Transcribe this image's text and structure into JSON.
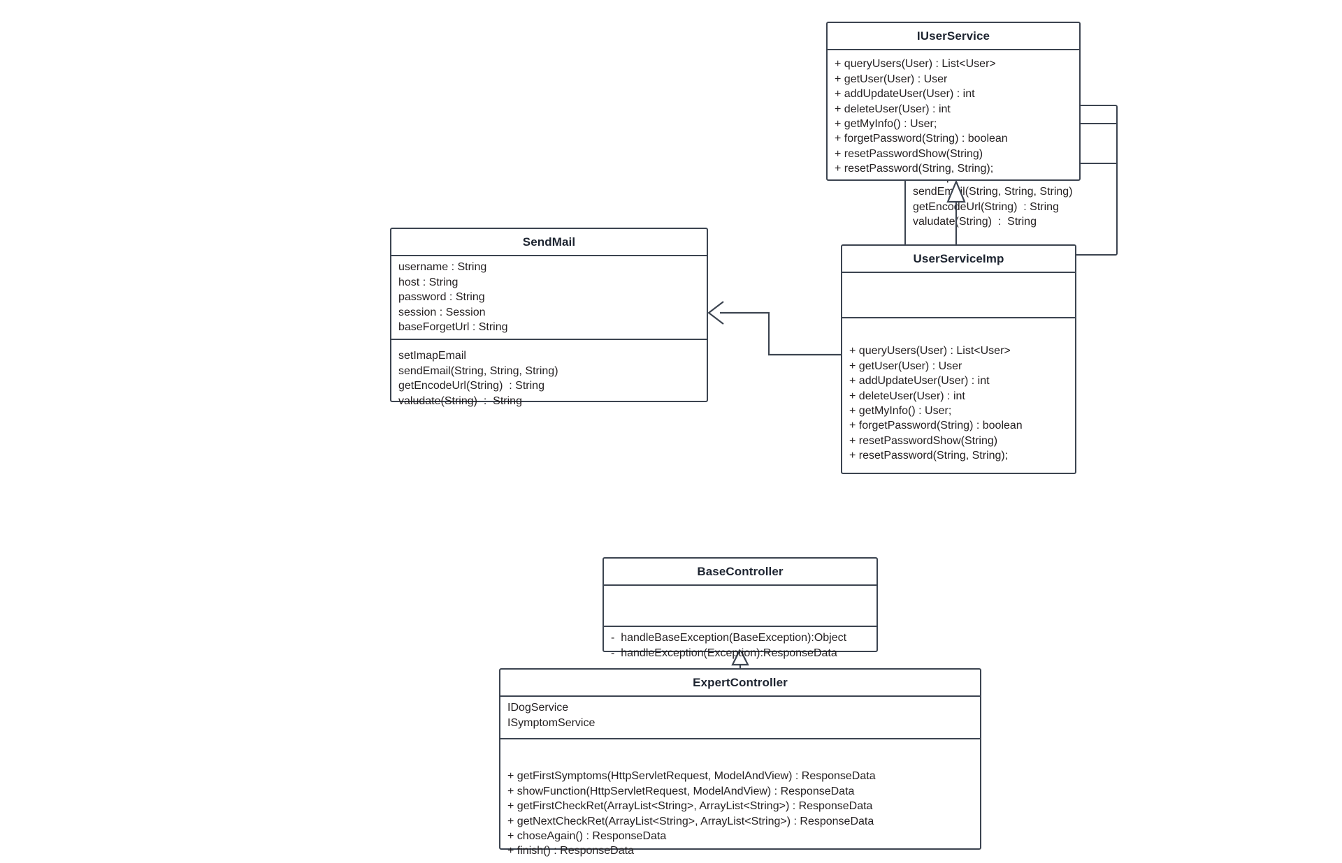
{
  "diagram": {
    "kind": "uml-class-diagram",
    "background": "#ffffff",
    "stroke_color": "#3c4450",
    "text_color": "#231f20",
    "classes": {
      "iuserservice": {
        "name": "IUserService",
        "attributes": [],
        "operations": [
          "+ queryUsers(User) : List<User>",
          "+ getUser(User) : User",
          "+ addUpdateUser(User) : int",
          "+ deleteUser(User) : int",
          "+ getMyInfo() : User;",
          "+ forgetPassword(String) : boolean",
          "+ resetPasswordShow(String)",
          "+ resetPassword(String, String);"
        ]
      },
      "sendmail": {
        "name": "SendMail",
        "attributes": [
          "username : String",
          "host : String",
          "password : String",
          "session : Session",
          "baseForgetUrl : String"
        ],
        "operations": [
          "setImapEmail",
          "sendEmail(String, String, String)",
          "getEncodeUrl(String)  : String",
          "valudate(String)  :  String"
        ]
      },
      "hidden_sendmail": {
        "name": "",
        "attributes": [],
        "operations": [
          "setImapEmail",
          "sendEmail(String, String, String)",
          "getEncodeUrl(String)  : String",
          "valudate(String)  :  String"
        ]
      },
      "userserviceimp": {
        "name": "UserServiceImp",
        "attributes": [],
        "operations": [
          "+ queryUsers(User) : List<User>",
          "+ getUser(User) : User",
          "+ addUpdateUser(User) : int",
          "+ deleteUser(User) : int",
          "+ getMyInfo() : User;",
          "+ forgetPassword(String) : boolean",
          "+ resetPasswordShow(String)",
          "+ resetPassword(String, String);"
        ]
      },
      "basecontroller": {
        "name": "BaseController",
        "attributes": [],
        "operations": [
          "-  handleBaseException(BaseException):Object",
          "-  handleException(Exception):ResponseData"
        ]
      },
      "expertcontroller": {
        "name": "ExpertController",
        "attributes": [
          "IDogService",
          "ISymptomService"
        ],
        "operations": [
          "+ getFirstSymptoms(HttpServletRequest, ModelAndView) : ResponseData",
          "+ showFunction(HttpServletRequest, ModelAndView) : ResponseData",
          "+ getFirstCheckRet(ArrayList<String>, ArrayList<String>) : ResponseData",
          "+ getNextCheckRet(ArrayList<String>, ArrayList<String>) : ResponseData",
          "+ choseAgain() : ResponseData",
          "+ finish() : ResponseData"
        ]
      }
    },
    "relationships": [
      {
        "id": "rel-userserviceimp-iuserservice",
        "type": "generalization",
        "from": "UserServiceImp",
        "to": "IUserService",
        "arrow": "hollow-triangle"
      },
      {
        "id": "rel-userserviceimp-sendmail",
        "type": "association",
        "from": "UserServiceImp",
        "to": "SendMail",
        "arrow": "open-arrow"
      },
      {
        "id": "rel-expertcontroller-basecontroller",
        "type": "generalization",
        "from": "ExpertController",
        "to": "BaseController",
        "arrow": "hollow-triangle"
      }
    ]
  }
}
